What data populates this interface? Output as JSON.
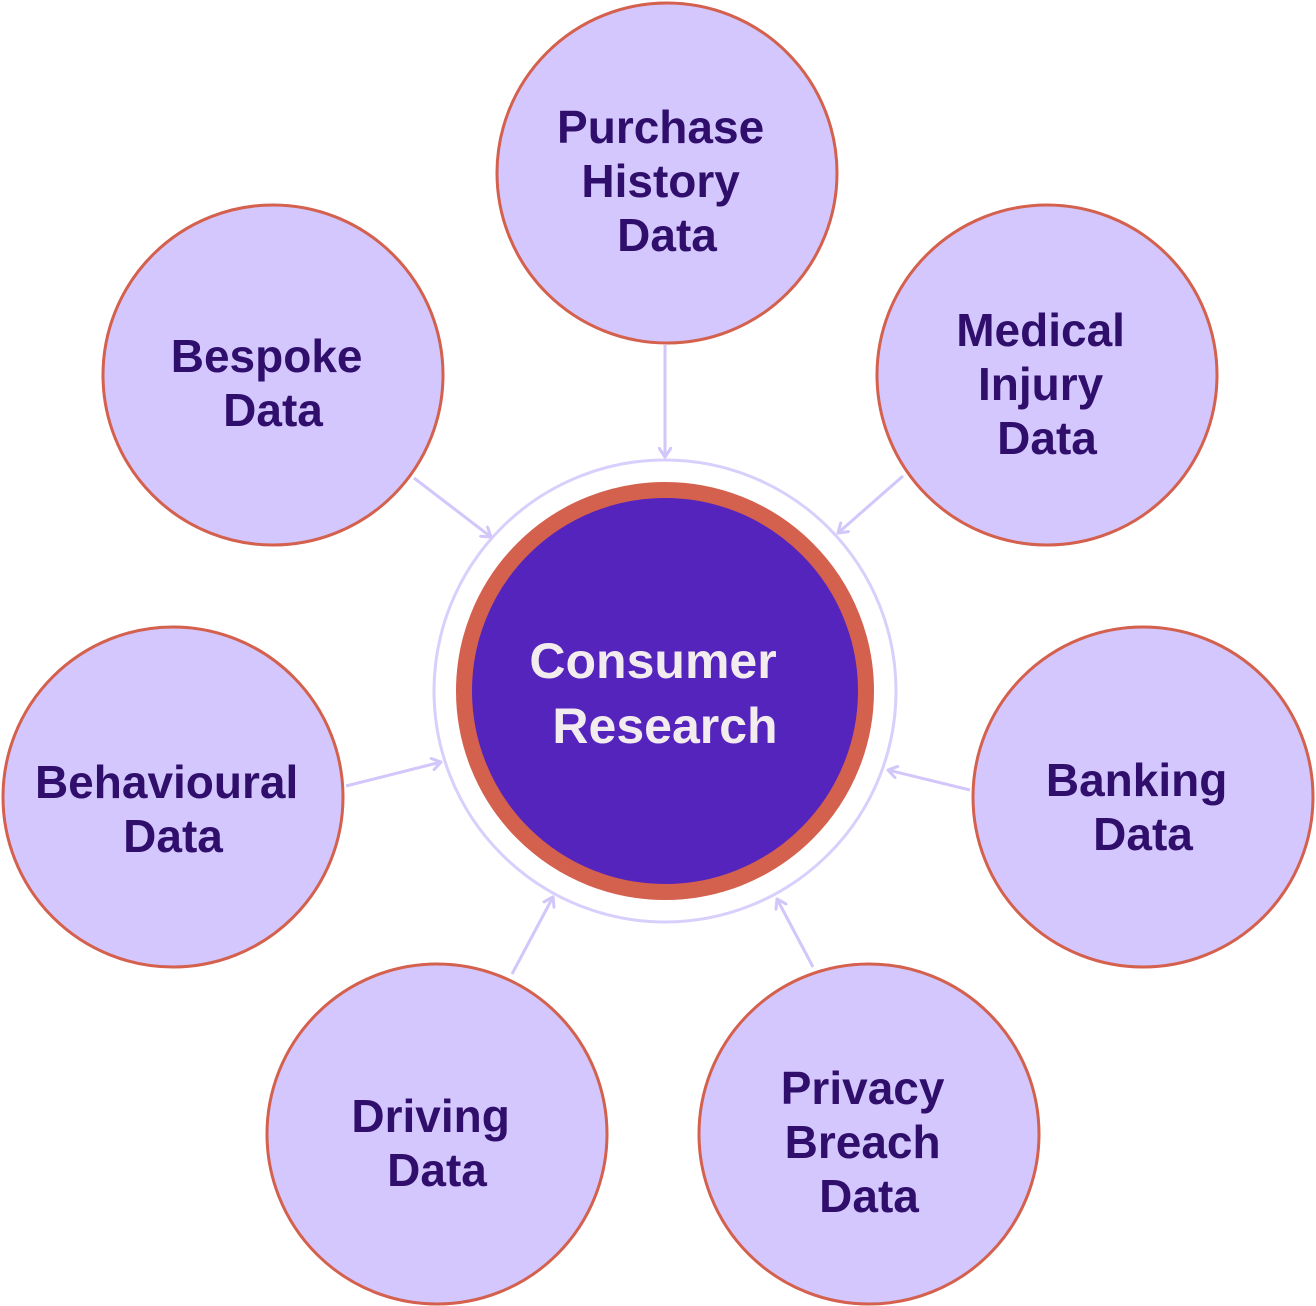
{
  "colors": {
    "node_fill": "#d4c7fd",
    "node_stroke": "#d4604e",
    "node_text": "#2f0f6b",
    "center_fill": "#5524bd",
    "center_stroke": "#d4604e",
    "center_text": "#f3ecee",
    "halo": "#d9cffc",
    "arrow": "#d2c6fb",
    "background": "#ffffff"
  },
  "center": {
    "lines": [
      "Consumer",
      "Research"
    ]
  },
  "nodes": [
    {
      "id": "purchase-history",
      "lines": [
        "Purchase",
        "History",
        "Data"
      ]
    },
    {
      "id": "medical-injury",
      "lines": [
        "Medical",
        "Injury",
        "Data"
      ]
    },
    {
      "id": "banking",
      "lines": [
        "Banking",
        "Data"
      ]
    },
    {
      "id": "privacy-breach",
      "lines": [
        "Privacy",
        "Breach",
        "Data"
      ]
    },
    {
      "id": "driving",
      "lines": [
        "Driving",
        "Data"
      ]
    },
    {
      "id": "behavioural",
      "lines": [
        "Behavioural",
        "Data"
      ]
    },
    {
      "id": "bespoke",
      "lines": [
        "Bespoke",
        "Data"
      ]
    }
  ]
}
